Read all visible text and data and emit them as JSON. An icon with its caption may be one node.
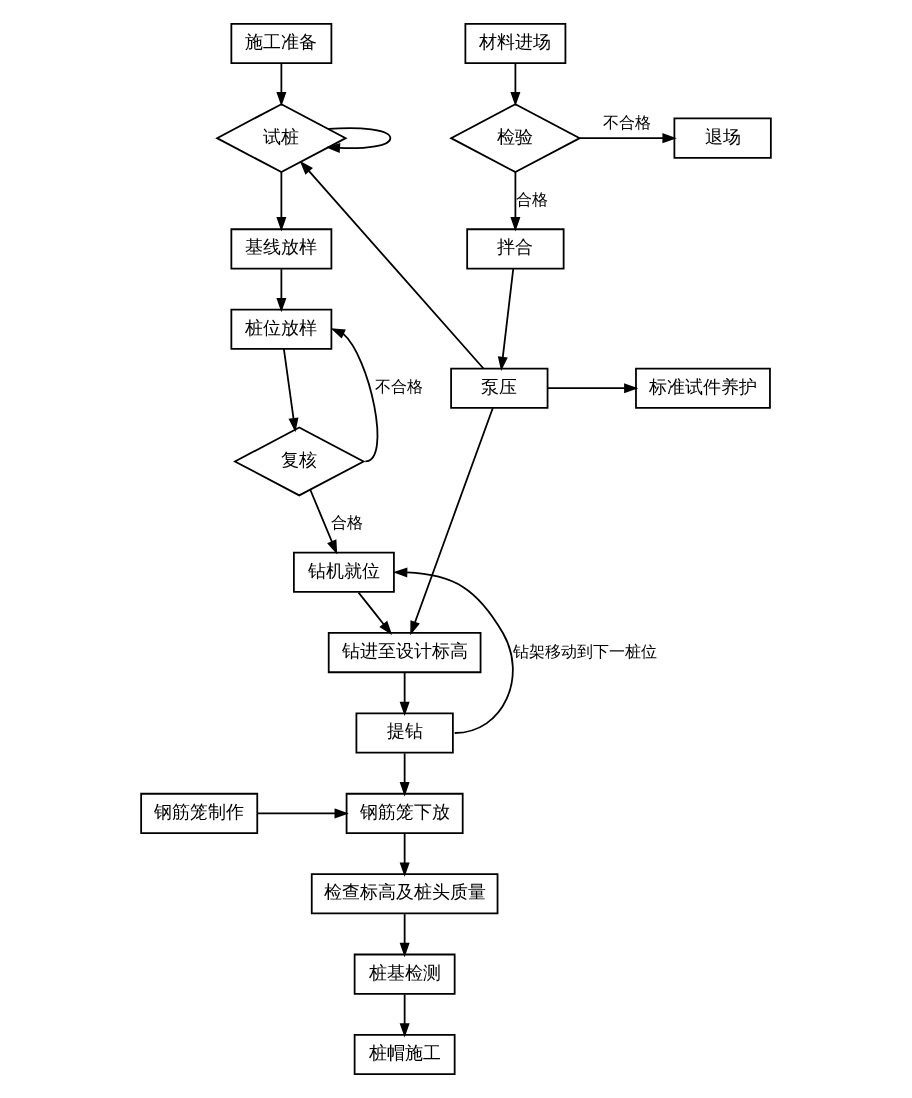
{
  "diagram": {
    "nodes": [
      {
        "text": [
          "施工准备"
        ]
      },
      {
        "text": [
          "试桩"
        ]
      },
      {
        "text": [
          "材料进场"
        ]
      },
      {
        "text": [
          "基线放样"
        ]
      },
      {
        "text": [
          "退场"
        ]
      },
      {
        "text": [
          "检验"
        ]
      },
      {
        "text": [
          "桩位放样"
        ]
      },
      {
        "text": [
          "复核"
        ]
      },
      {
        "text": [
          "拌合"
        ]
      },
      {
        "text": [
          "标准试件养护"
        ]
      },
      {
        "text": [
          "泵压"
        ]
      },
      {
        "text": [
          "钻机就位"
        ]
      },
      {
        "text": [
          "钻进至设计标高"
        ]
      },
      {
        "text": [
          "提钻"
        ]
      },
      {
        "text": [
          "钢筋笼制作"
        ]
      },
      {
        "text": [
          "钢筋笼下放"
        ]
      },
      {
        "text": [
          "检查标高及桩头质量"
        ]
      },
      {
        "text": [
          "桩基检测"
        ]
      },
      {
        "text": [
          "桩帽施工"
        ]
      }
    ],
    "edges": [
      {
        "from": 0,
        "to": 1,
        "arrow": "to"
      },
      {
        "from": 1,
        "to": 1,
        "arrow": "to"
      },
      {
        "from": 1,
        "to": 3,
        "arrow": "to"
      },
      {
        "from": 3,
        "to": 6,
        "arrow": "to"
      },
      {
        "from": 6,
        "to": 7,
        "arrow": "to"
      },
      {
        "from": 7,
        "to": 6,
        "arrow": "to",
        "label": "不合格"
      },
      {
        "from": 7,
        "to": 11,
        "arrow": "to",
        "label": "合格"
      },
      {
        "from": 2,
        "to": 5,
        "arrow": "to"
      },
      {
        "from": 5,
        "to": 4,
        "arrow": "to",
        "label": "不合格"
      },
      {
        "from": 5,
        "to": 8,
        "arrow": "to",
        "label": "合格"
      },
      {
        "from": 8,
        "to": 10,
        "arrow": "to"
      },
      {
        "from": 10,
        "to": 9,
        "arrow": "to"
      },
      {
        "from": 10,
        "to": 1,
        "arrow": "to"
      },
      {
        "from": 10,
        "to": 12,
        "arrow": "to"
      },
      {
        "from": 11,
        "to": 12,
        "arrow": "to"
      },
      {
        "from": 12,
        "to": 13,
        "arrow": "to"
      },
      {
        "from": 13,
        "to": 11,
        "arrow": "to",
        "label": "钻架移动到下一桩位"
      },
      {
        "from": 13,
        "to": 15,
        "arrow": "to"
      },
      {
        "from": 14,
        "to": 15,
        "arrow": "to"
      },
      {
        "from": 15,
        "to": 16,
        "arrow": "to"
      },
      {
        "from": 16,
        "to": 17,
        "arrow": "to"
      },
      {
        "from": 17,
        "to": 18,
        "arrow": "to"
      }
    ]
  }
}
